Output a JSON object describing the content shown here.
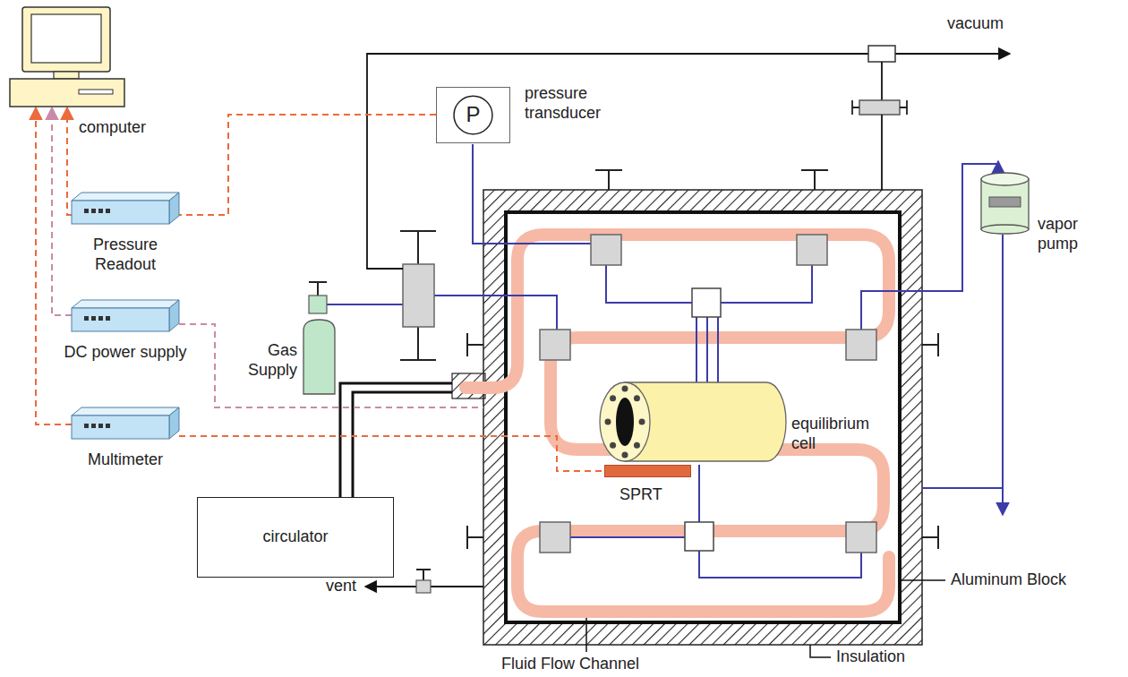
{
  "diagram": {
    "nodes": [
      {
        "text": [
          "computer"
        ]
      },
      {
        "text": [
          "P",
          "pressure transducer"
        ]
      },
      {
        "text": [
          "Pressure Readout"
        ]
      },
      {
        "text": [
          "vapor pump"
        ]
      },
      {
        "text": [
          "DC power supply"
        ]
      },
      {
        "text": [
          "Gas Supply"
        ]
      },
      {
        "text": [
          "equilibrium cell"
        ]
      },
      {
        "text": [
          "Multimeter"
        ]
      },
      {
        "text": [
          "SPRT"
        ]
      },
      {
        "text": [
          "circulator"
        ]
      }
    ],
    "edges": [
      {
        "from": 2,
        "to": 0,
        "arrow": "to"
      },
      {
        "from": 4,
        "to": 0,
        "arrow": "to"
      },
      {
        "from": 7,
        "to": 0,
        "arrow": "to"
      },
      {
        "from": 1,
        "to": 2,
        "arrow": "none"
      },
      {
        "from": 7,
        "to": 8,
        "arrow": "none"
      }
    ],
    "labels": [
      "vacuum",
      "vent",
      "Aluminum Block",
      "Fluid Flow Channel",
      "Insulation"
    ]
  }
}
